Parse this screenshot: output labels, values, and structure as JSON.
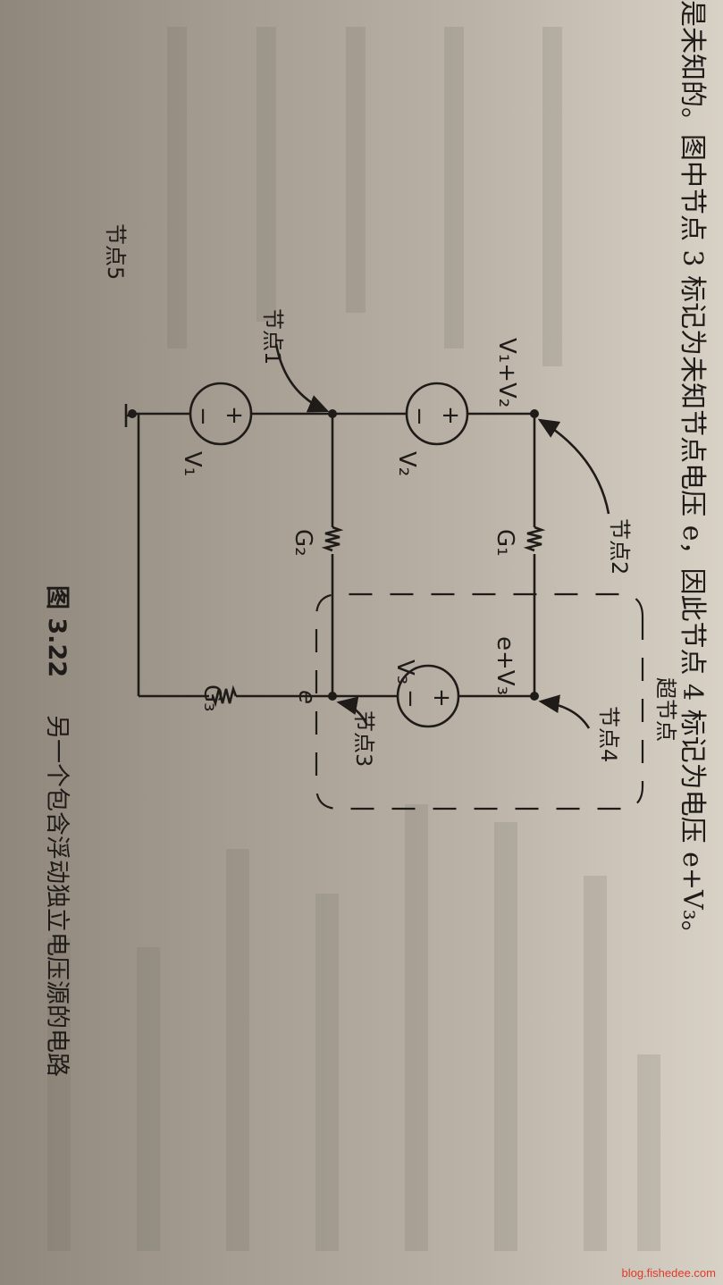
{
  "body_text": "是未知的。图中节点 3 标记为未知节点电压 e，因此节点 4 标记为电压 e+V₃。",
  "figure": {
    "caption_number": "图 3.22",
    "caption_text": "另一个包含浮动独立电压源的电路",
    "labels": {
      "node1": "节点1",
      "node2": "节点2",
      "node3": "节点3",
      "node4": "节点4",
      "node5": "节点5",
      "supernode": "超节点",
      "v1_plus_v2": "V₁+V₂",
      "e_plus_v3": "e+V₃",
      "e": "e",
      "V1": "V₁",
      "V2": "V₂",
      "V3": "V₃",
      "G1": "G₁",
      "G2": "G₂",
      "G3": "G₃",
      "plus": "+",
      "minus": "−"
    }
  },
  "watermark": "blog.fishedee.com"
}
